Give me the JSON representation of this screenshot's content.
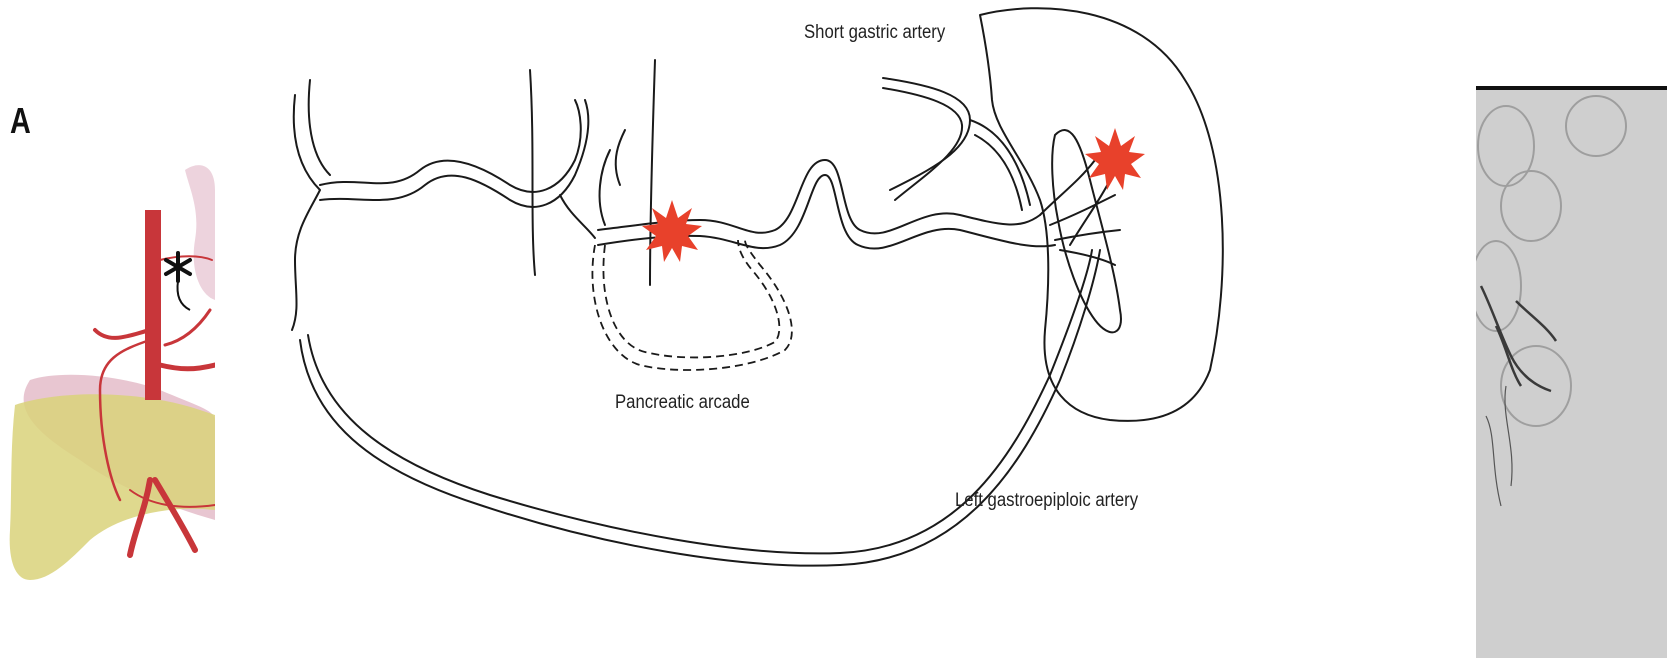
{
  "panel_letter": "A",
  "labels": {
    "short_gastric": "Short gastric artery",
    "pancreatic_arcade": "Pancreatic arcade",
    "left_gastroepiploic": "Left gastroepiploic artery"
  },
  "colors": {
    "artery": "#c8363a",
    "pancreas": "#d9d27a",
    "bleed_marker": "#e8412b",
    "angio_bg": "#c9c9c9"
  }
}
